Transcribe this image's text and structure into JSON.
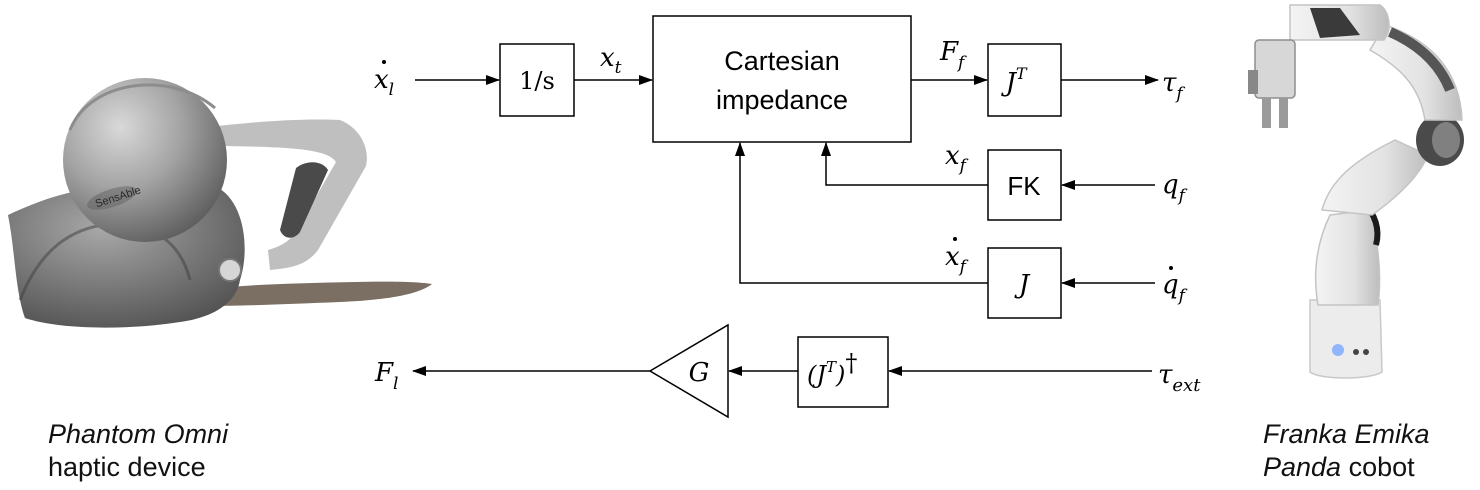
{
  "left_device": {
    "caption_italic": "Phantom Omni",
    "caption_rest": "haptic device",
    "logo_text": "SensAble"
  },
  "right_device": {
    "caption_line1": "Franka Emika",
    "caption_italic": "Panda",
    "caption_rest": " cobot"
  },
  "blocks": {
    "integrator": "1/s",
    "impedance_line1": "Cartesian",
    "impedance_line2": "impedance",
    "jt": "J",
    "jt_sup": "T",
    "fk": "FK",
    "jacobian": "J",
    "pinv": "(J",
    "pinv_sup": "T",
    "pinv_close": ")",
    "pinv_dagger": "†",
    "gain": "G"
  },
  "signals": {
    "xl_dot": {
      "base": "x",
      "sub": "l"
    },
    "xt": {
      "base": "x",
      "sub": "t"
    },
    "Ff": {
      "base": "F",
      "sub": "f"
    },
    "tau_f": {
      "base": "τ",
      "sub": "f"
    },
    "xf": {
      "base": "x",
      "sub": "f"
    },
    "qf": {
      "base": "q",
      "sub": "f"
    },
    "xf_dot": {
      "base": "x",
      "sub": "f"
    },
    "qf_dot": {
      "base": "q",
      "sub": "f"
    },
    "tau_ext": {
      "base": "τ",
      "sub": "ext"
    },
    "Fl": {
      "base": "F",
      "sub": "l"
    }
  }
}
